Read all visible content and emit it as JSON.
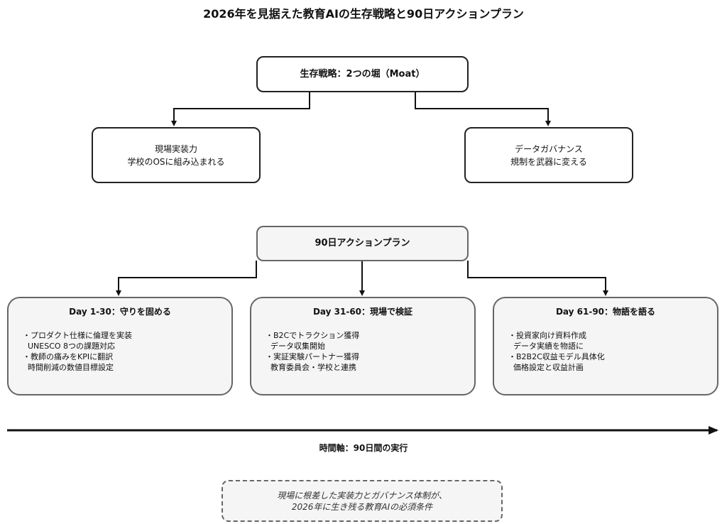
{
  "title": "2026年を見据えた教育AIの生存戦略と90日アクションプラン",
  "moat": {
    "title": "生存戦略：2つの堀（Moat）",
    "left": {
      "line1": "現場実装力",
      "line2": "学校のOSに組み込まれる"
    },
    "right": {
      "line1": "データガバナンス",
      "line2": "規制を武器に変える"
    }
  },
  "plan": {
    "title": "90日アクションプラン",
    "phases": [
      {
        "heading": "Day 1-30：守りを固める",
        "lines": [
          "・プロダクト仕様に倫理を実装",
          "  UNESCO 8つの課題対応",
          "・教師の痛みをKPIに翻訳",
          "  時間削減の数値目標設定"
        ]
      },
      {
        "heading": "Day 31-60：現場で検証",
        "lines": [
          "・B2Cでトラクション獲得",
          "  データ収集開始",
          "・実証実験パートナー獲得",
          "  教育委員会・学校と連携"
        ]
      },
      {
        "heading": "Day 61-90：物語を語る",
        "lines": [
          "・投資家向け資料作成",
          "  データ実績を物語に",
          "・B2B2C収益モデル具体化",
          "  価格設定と収益計画"
        ]
      }
    ]
  },
  "timeline": {
    "label": "時間軸：90日間の実行"
  },
  "conclusion": {
    "line1": "現場に根差した実装力とガバナンス体制が、",
    "line2": "2026年に生き残る教育AIの必須条件"
  }
}
